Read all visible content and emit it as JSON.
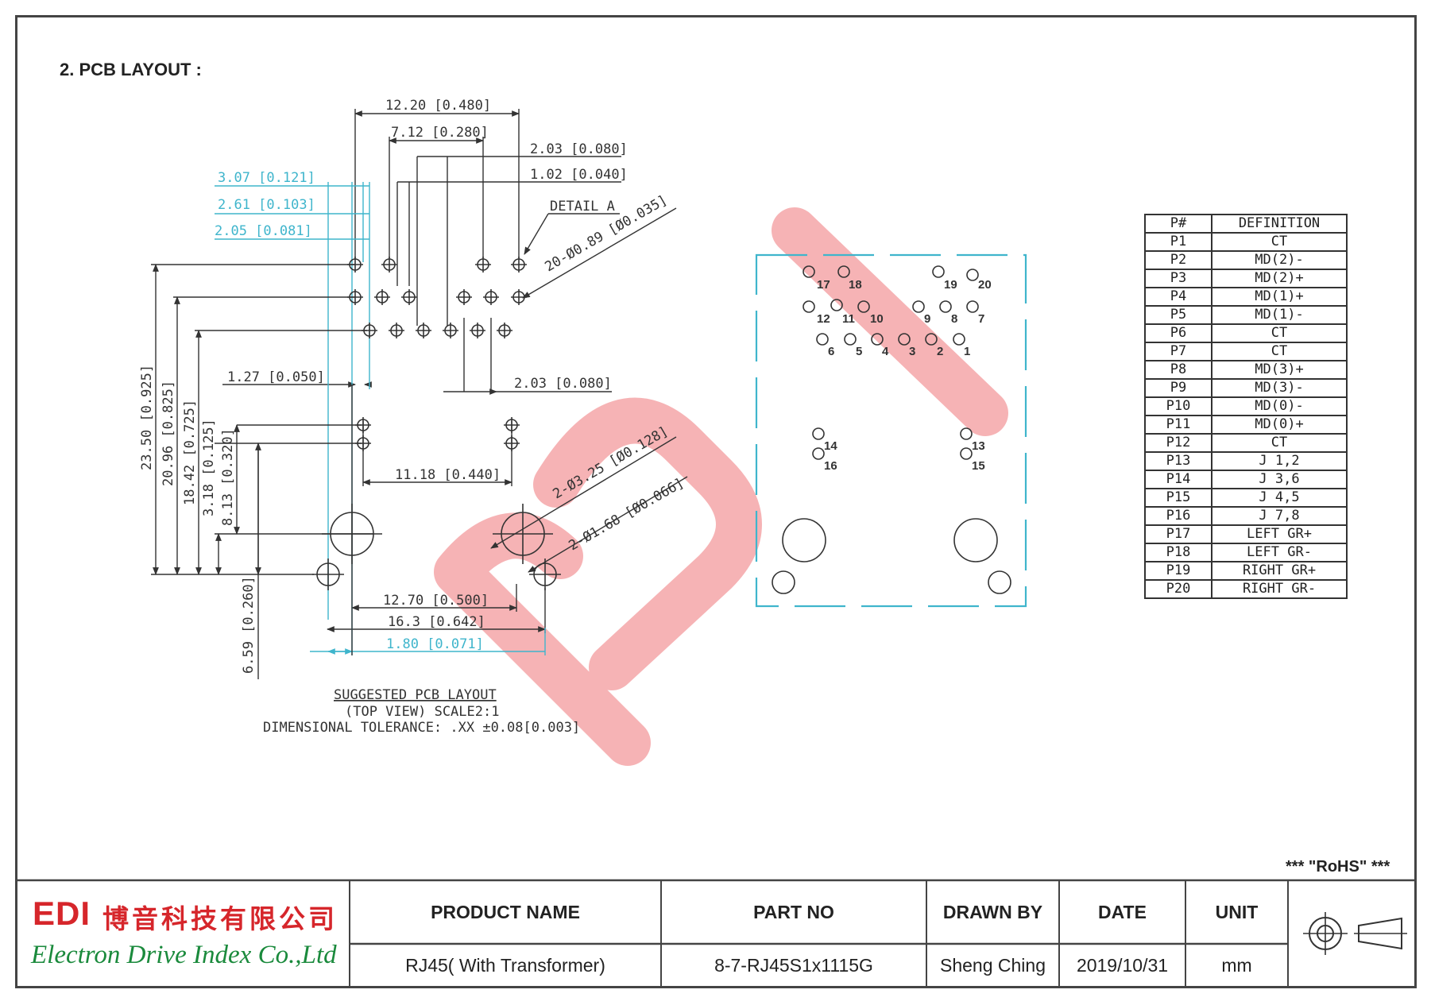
{
  "section_title": "2. PCB LAYOUT :",
  "rohs": "*** \"RoHS\" ***",
  "colors": {
    "line": "#333333",
    "cyan": "#3fb5cc",
    "watermark": "#f0a0a2",
    "logo_red": "#d6262b",
    "logo_green": "#1a8a3c"
  },
  "layout_caption": {
    "line1": "SUGGESTED PCB LAYOUT",
    "line2": "(TOP VIEW) SCALE2:1",
    "line3": "DIMENSIONAL TOLERANCE: .XX ±0.08[0.003]"
  },
  "dimensions": {
    "d1": "12.20 [0.480]",
    "d2": "7.12 [0.280]",
    "d3": "2.03 [0.080]",
    "d4": "1.02 [0.040]",
    "d5": "3.07 [0.121]",
    "d6": "2.61 [0.103]",
    "d7": "2.05 [0.081]",
    "detail": "DETAIL A",
    "holes20": "20-Ø0.89 [Ø0.035]",
    "d8": "1.27 [0.050]",
    "d9": "2.03 [0.080]",
    "d10": "11.18 [0.440]",
    "holes325": "2-Ø3.25 [Ø0.128]",
    "holes168": "2-Ø1.68 [Ø0.066]",
    "d11": "12.70 [0.500]",
    "d12": "16.3 [0.642]",
    "d13": "1.80 [0.071]",
    "v1": "23.50 [0.925]",
    "v2": "20.96 [0.825]",
    "v3": "18.42 [0.725]",
    "v4": "3.18 [0.125]",
    "v5": "8.13 [0.320]",
    "v6": "6.59 [0.260]"
  },
  "front_view_pins": [
    "17",
    "18",
    "19",
    "20",
    "12",
    "11",
    "10",
    "9",
    "8",
    "7",
    "6",
    "5",
    "4",
    "3",
    "2",
    "1",
    "14",
    "16",
    "13",
    "15"
  ],
  "pin_table": {
    "headers": [
      "P#",
      "DEFINITION"
    ],
    "rows": [
      [
        "P1",
        "CT"
      ],
      [
        "P2",
        "MD(2)-"
      ],
      [
        "P3",
        "MD(2)+"
      ],
      [
        "P4",
        "MD(1)+"
      ],
      [
        "P5",
        "MD(1)-"
      ],
      [
        "P6",
        "CT"
      ],
      [
        "P7",
        "CT"
      ],
      [
        "P8",
        "MD(3)+"
      ],
      [
        "P9",
        "MD(3)-"
      ],
      [
        "P10",
        "MD(0)-"
      ],
      [
        "P11",
        "MD(0)+"
      ],
      [
        "P12",
        "CT"
      ],
      [
        "P13",
        "J 1,2"
      ],
      [
        "P14",
        "J 3,6"
      ],
      [
        "P15",
        "J 4,5"
      ],
      [
        "P16",
        "J 7,8"
      ],
      [
        "P17",
        "LEFT GR+"
      ],
      [
        "P18",
        "LEFT GR-"
      ],
      [
        "P19",
        "RIGHT GR+"
      ],
      [
        "P20",
        "RIGHT GR-"
      ]
    ]
  },
  "title_block": {
    "logo_mark": "EDI",
    "logo_cn": "博音科技有限公司",
    "logo_en": "Electron Drive Index Co.,Ltd",
    "product_name_label": "PRODUCT NAME",
    "product_name": "RJ45( With Transformer)",
    "part_no_label": "PART NO",
    "part_no": "8-7-RJ45S1x1115G",
    "drawn_by_label": "DRAWN BY",
    "drawn_by": "Sheng Ching",
    "date_label": "DATE",
    "date": "2019/10/31",
    "unit_label": "UNIT",
    "unit": "mm"
  }
}
